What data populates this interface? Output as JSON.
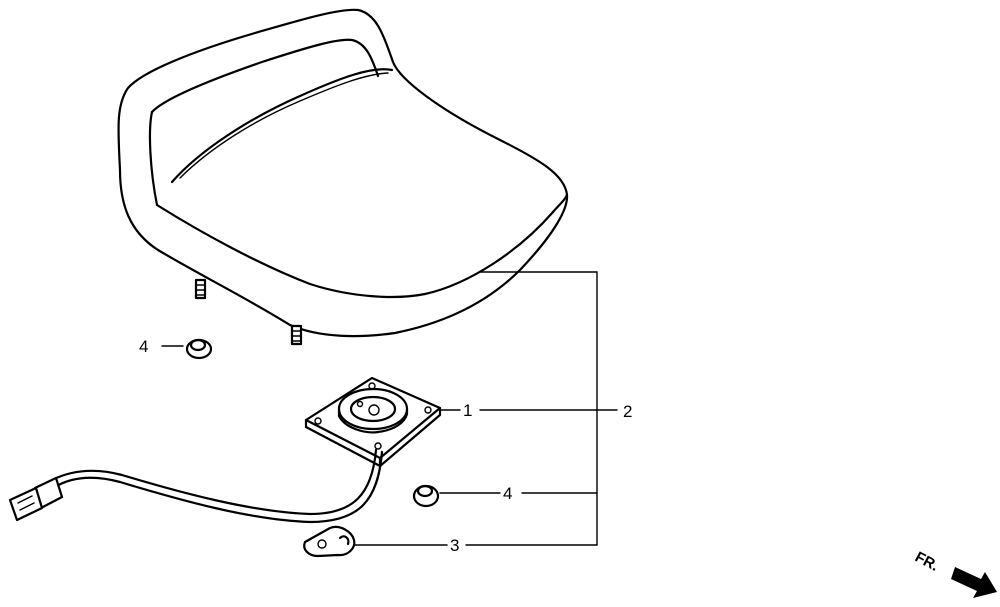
{
  "callouts": {
    "c1": "1",
    "c2": "2",
    "c3": "3",
    "c4_left": "4",
    "c4_right": "4"
  },
  "direction": {
    "label": "FR."
  },
  "parts": [
    {
      "id": "seat",
      "icon": "seat-cushion"
    },
    {
      "id": "1",
      "icon": "seat-switch-plate"
    },
    {
      "id": "2",
      "icon": "seat-switch-assembly-bracket"
    },
    {
      "id": "3",
      "icon": "wire-clamp"
    },
    {
      "id": "4",
      "icon": "flange-nut"
    }
  ]
}
